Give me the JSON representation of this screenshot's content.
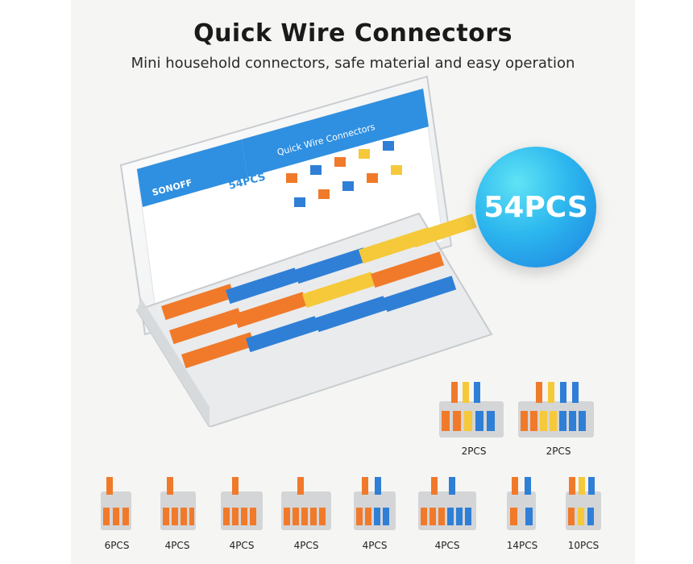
{
  "header": {
    "title": "Quick Wire Connectors",
    "subtitle": "Mini household connectors,  safe material and easy operation"
  },
  "badge": {
    "text": "54PCS"
  },
  "box_label": {
    "brand": "SONOFF",
    "title": "Quick Wire Connectors",
    "count": "54PCS"
  },
  "items": [
    {
      "label": "2PCS"
    },
    {
      "label": "2PCS"
    },
    {
      "label": "6PCS"
    },
    {
      "label": "4PCS"
    },
    {
      "label": "4PCS"
    },
    {
      "label": "4PCS"
    },
    {
      "label": "4PCS"
    },
    {
      "label": "4PCS"
    },
    {
      "label": "14PCS"
    },
    {
      "label": "10PCS"
    }
  ],
  "colors": {
    "orange": "#f07a2a",
    "blue": "#2f7fd6",
    "yellow": "#f5c93a",
    "gray": "#cfd0d2",
    "badge": "#2cb7ee"
  }
}
